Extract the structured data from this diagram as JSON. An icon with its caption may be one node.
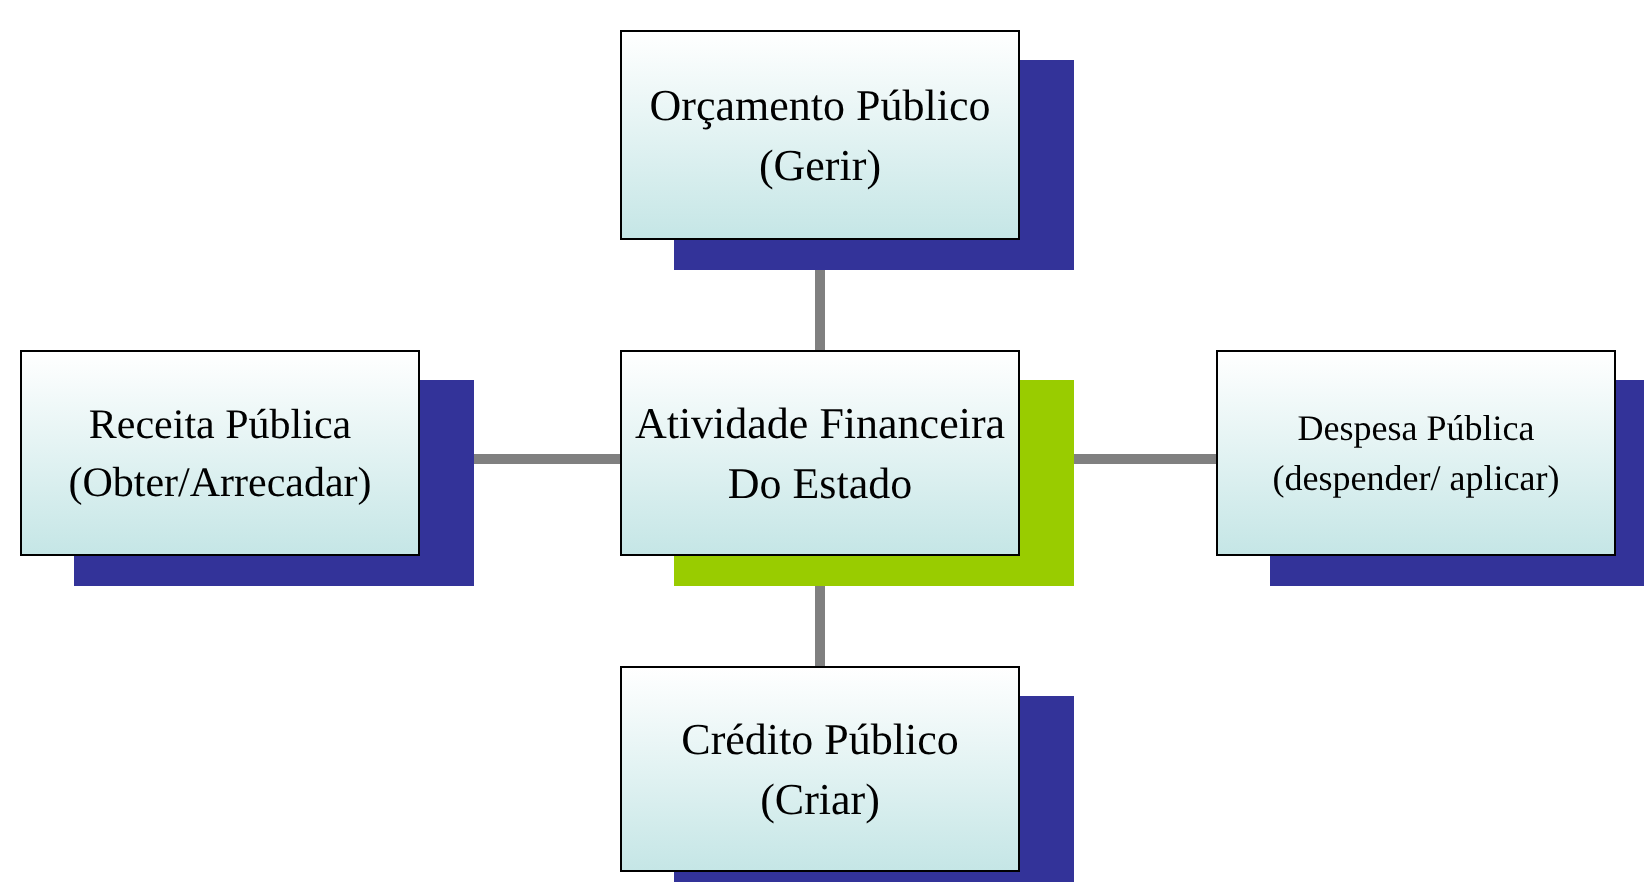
{
  "diagram": {
    "nodes": [
      {
        "text": [
          "Orçamento Público (Gerir)"
        ]
      },
      {
        "text": [
          "Receita Pública (Obter/Arrecadar)"
        ]
      },
      {
        "text": [
          "Atividade Financeira Do Estado"
        ]
      },
      {
        "text": [
          "Despesa Pública (despender/ aplicar)"
        ]
      },
      {
        "text": [
          "Crédito Público (Criar)"
        ]
      }
    ],
    "edges": [
      {
        "from": 2,
        "to": 0,
        "arrow": "none"
      },
      {
        "from": 2,
        "to": 1,
        "arrow": "none"
      },
      {
        "from": 2,
        "to": 3,
        "arrow": "none"
      },
      {
        "from": 2,
        "to": 4,
        "arrow": "none"
      }
    ]
  }
}
